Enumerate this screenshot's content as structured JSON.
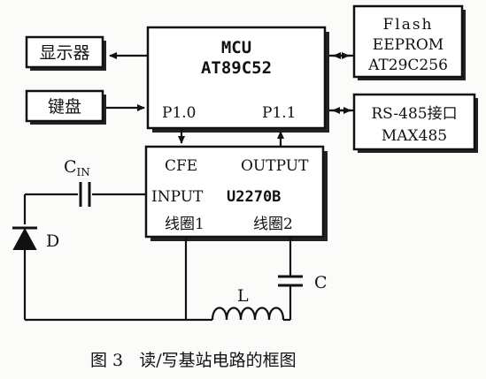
{
  "blocks": {
    "display": {
      "label": "显示器"
    },
    "keyboard": {
      "label": "键盘"
    },
    "mcu": {
      "title": "MCU",
      "model": "AT89C52",
      "port_left": "P1.0",
      "port_right": "P1.1"
    },
    "flash": {
      "line1": "Flash",
      "line2": "EEPROM",
      "line3": "AT29C256"
    },
    "rs485": {
      "line1": "RS-485接口",
      "line2": "MAX485"
    },
    "u2270": {
      "cfe": "CFE",
      "output": "OUTPUT",
      "input": "INPUT",
      "model": "U2270B",
      "coil1": "线圈1",
      "coil2": "线圈2"
    }
  },
  "components": {
    "capacitor_in": {
      "label": "C",
      "subscript": "IN"
    },
    "diode": {
      "label": "D"
    },
    "capacitor": {
      "label": "C"
    },
    "inductor": {
      "label": "L"
    }
  },
  "caption": "图 3   读/写基站电路的框图"
}
